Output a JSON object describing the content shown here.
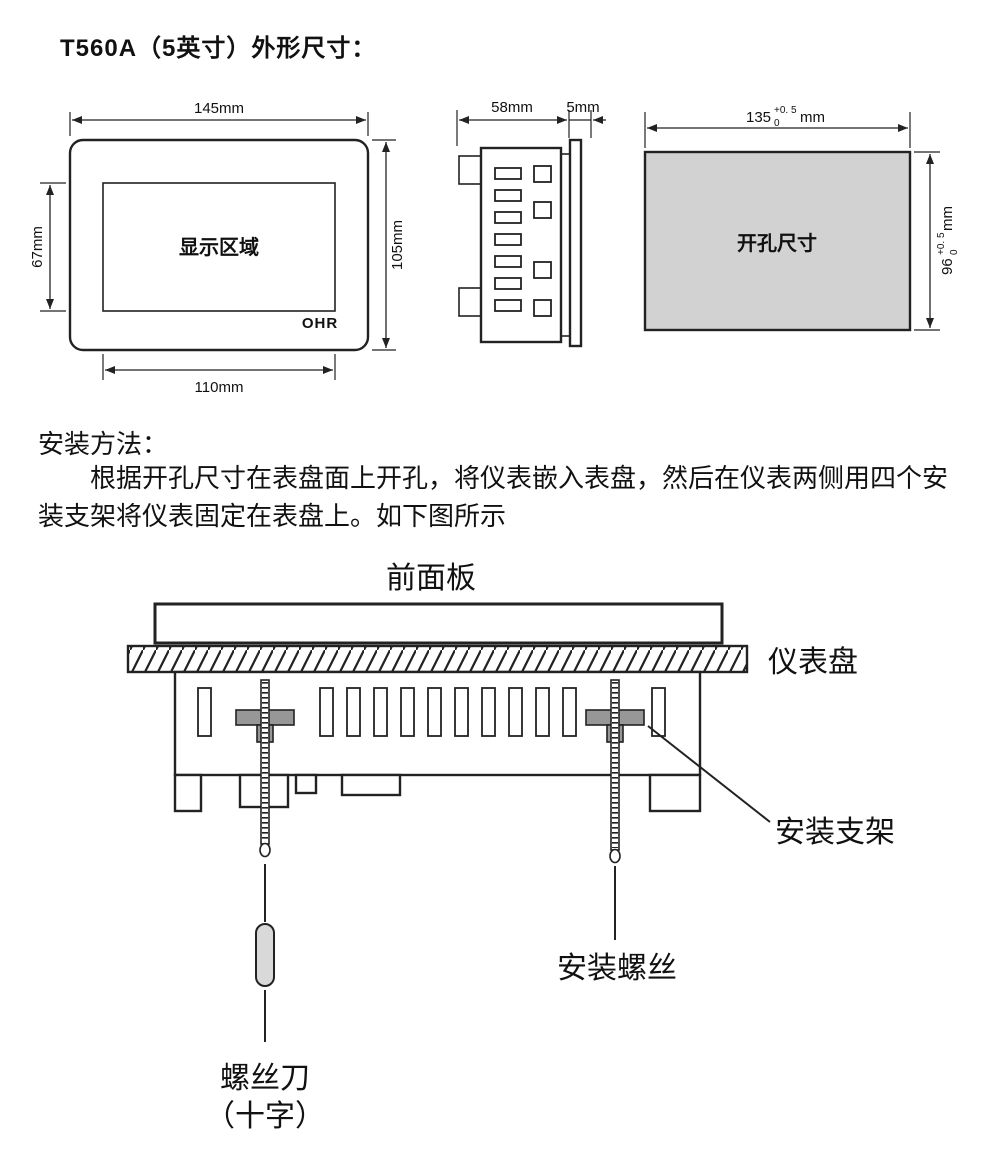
{
  "title": "T560A（5英寸）外形尺寸：",
  "colors": {
    "cutout_fill": "#d2d2d2",
    "bracket_fill": "#979797",
    "handle_fill": "#d9d9d9"
  },
  "front_view": {
    "dim_width": "145mm",
    "dim_display_height": "67mm",
    "dim_height": "105mm",
    "dim_display_width": "110mm",
    "display_area_label": "显示区域",
    "brand": "OHR"
  },
  "side_view": {
    "dim_depth": "58mm",
    "dim_flange": "5mm"
  },
  "cutout_view": {
    "label": "开孔尺寸",
    "dim_width_value": "135",
    "dim_width_tol_upper": "+0. 5",
    "dim_width_tol_lower": "0",
    "dim_width_unit": "mm",
    "dim_height_value": "96",
    "dim_height_tol_upper": "+0. 5",
    "dim_height_tol_lower": "0",
    "dim_height_unit": "mm"
  },
  "install": {
    "heading": "安装方法：",
    "body": "根据开孔尺寸在表盘面上开孔，将仪表嵌入表盘，然后在仪表两侧用四个安装支架将仪表固定在表盘上。如下图所示",
    "front_panel": "前面板",
    "instrument_panel": "仪表盘",
    "bracket": "安装支架",
    "screw": "安装螺丝",
    "screwdriver_line1": "螺丝刀",
    "screwdriver_line2": "（十字）"
  }
}
